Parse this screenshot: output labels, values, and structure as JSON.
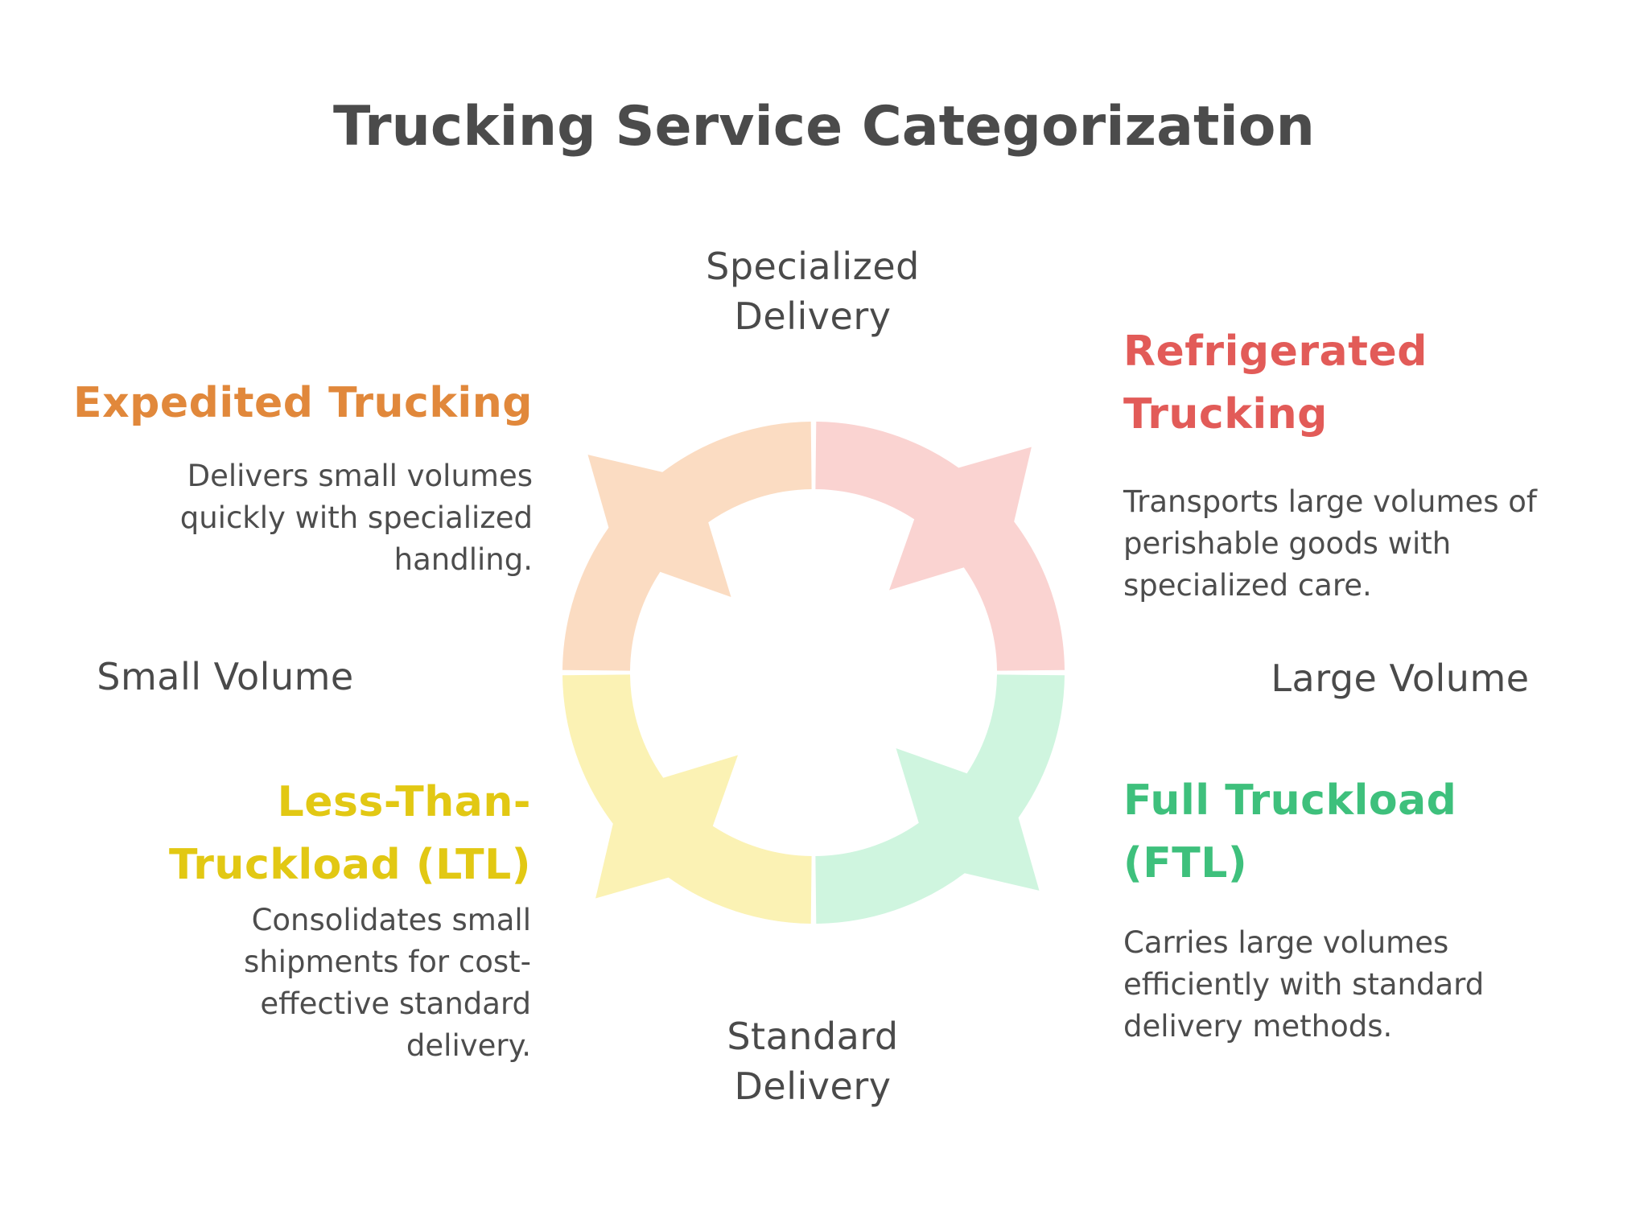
{
  "title": "Trucking Service Categorization",
  "colors": {
    "title": "#4b4b4b",
    "axis": "#4a4a4a",
    "body": "#4d4d4d"
  },
  "axes": {
    "top": "Specialized\nDelivery",
    "bottom": "Standard\nDelivery",
    "left": "Small Volume",
    "right": "Large Volume"
  },
  "quadrants": {
    "expedited": {
      "title": "Expedited Trucking",
      "description": "Delivers small volumes\nquickly with specialized\nhandling.",
      "accent": "#E1883B"
    },
    "refrigerated": {
      "title": "Refrigerated\nTrucking",
      "description": "Transports large volumes of\nperishable goods with\nspecialized care.",
      "accent": "#E25B58"
    },
    "ltl": {
      "title": "Less-Than-\nTruckload (LTL)",
      "description": "Consolidates small\nshipments for cost-\neffective standard\ndelivery.",
      "accent": "#E2C813"
    },
    "ftl": {
      "title": "Full Truckload\n(FTL)",
      "description": "Carries large volumes\nefficiently with standard\ndelivery methods.",
      "accent": "#3EC07C"
    }
  },
  "cycle": {
    "segments": [
      {
        "name": "cycle-segment-expedited",
        "position": "top-left",
        "color": "#FBDCC2"
      },
      {
        "name": "cycle-segment-refrigerated",
        "position": "top-right",
        "color": "#FAD3D1"
      },
      {
        "name": "cycle-segment-ftl",
        "position": "bottom-right",
        "color": "#CFF5DF"
      },
      {
        "name": "cycle-segment-ltl",
        "position": "bottom-left",
        "color": "#FBF2B4"
      }
    ]
  }
}
